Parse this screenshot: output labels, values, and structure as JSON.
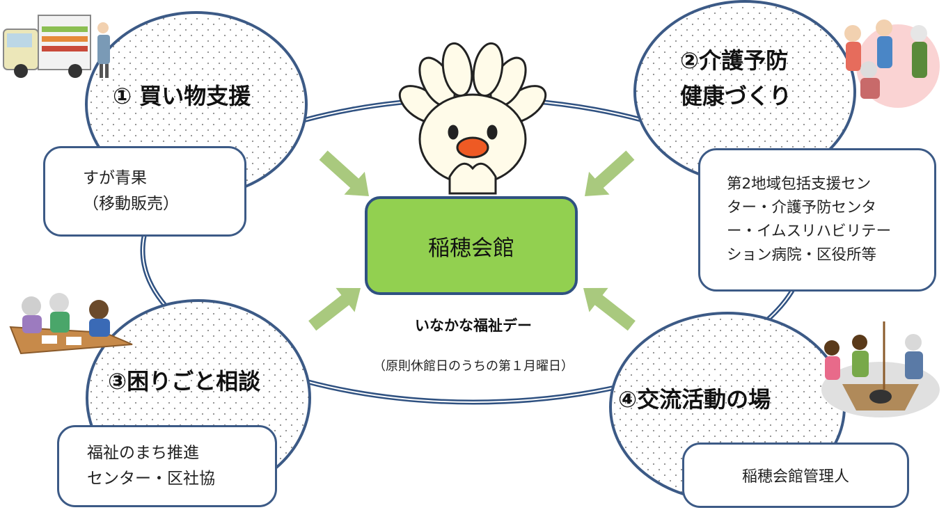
{
  "center": {
    "label": "稲穂会館",
    "event_name": "いなかな福祉デー",
    "event_note": "（原則休館日のうちの第１月曜日）"
  },
  "items": [
    {
      "title": "① 買い物支援",
      "provider_lines": [
        "すが青果",
        "（移動販売）"
      ]
    },
    {
      "title_lines": [
        "②介護予防",
        "健康づくり"
      ],
      "provider_lines": [
        "第2地域包括支援セン",
        "ター・介護予防センタ",
        "ー・イムスリハビリテー",
        "ション病院・区役所等"
      ]
    },
    {
      "title": "③困りごと相談",
      "provider_lines": [
        "福祉のまち推進",
        "センター・区社協"
      ]
    },
    {
      "title": "④交流活動の場",
      "provider_lines": [
        "稲穂会館管理人"
      ]
    }
  ],
  "colors": {
    "center_fill": "#92d050",
    "outline": "#2f5181",
    "arrow": "#a9c97e",
    "bubble_dots": "#8a8a8a"
  },
  "icons": [
    "mascot-icon",
    "mobile-vendor-truck-icon",
    "exercise-people-icon",
    "consultation-people-icon",
    "hearth-gathering-icon"
  ]
}
